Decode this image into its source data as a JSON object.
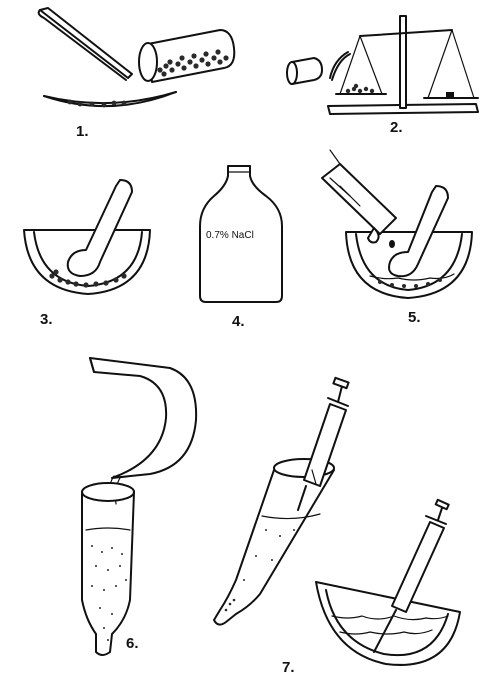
{
  "steps": [
    {
      "label": "1."
    },
    {
      "label": "2."
    },
    {
      "label": "3."
    },
    {
      "label": "4."
    },
    {
      "label": "5."
    },
    {
      "label": "6."
    },
    {
      "label": "7."
    }
  ],
  "bottle": {
    "label": "0.7% NaCl"
  }
}
